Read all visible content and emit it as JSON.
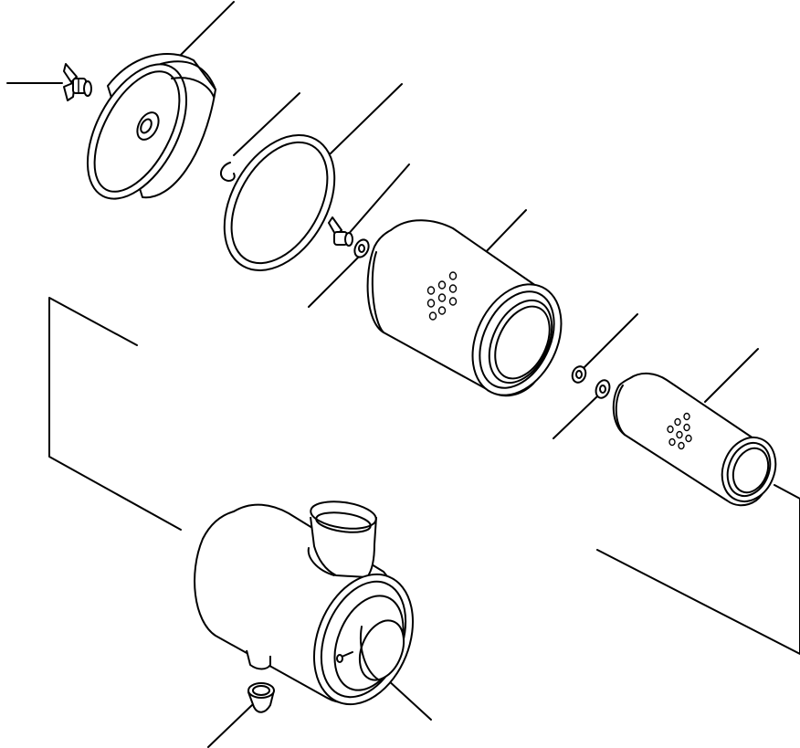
{
  "diagram": {
    "type": "exploded-parts-view",
    "line_color": "#000000",
    "background": "#ffffff",
    "parts": [
      {
        "name": "wing-nut"
      },
      {
        "name": "end-cover"
      },
      {
        "name": "clip"
      },
      {
        "name": "gasket"
      },
      {
        "name": "wing-nut"
      },
      {
        "name": "washer"
      },
      {
        "name": "primary-filter-element"
      },
      {
        "name": "nut"
      },
      {
        "name": "washer"
      },
      {
        "name": "safety-filter-element"
      },
      {
        "name": "air-cleaner-housing"
      },
      {
        "name": "dust-evacuator-valve"
      }
    ]
  }
}
